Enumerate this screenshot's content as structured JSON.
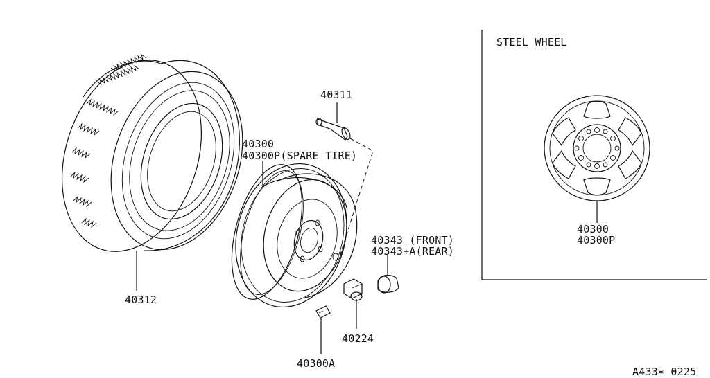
{
  "labels": {
    "tire": "40312",
    "valve": "40311",
    "wheel_line1": "40300",
    "wheel_line2": "40300P(SPARE TIRE)",
    "cap_line1": "40343   (FRONT)",
    "cap_line2": "40343+A(REAR)",
    "nut": "40224",
    "weight": "40300A",
    "inset_title": "STEEL WHEEL",
    "inset_line1": "40300",
    "inset_line2": "40300P",
    "diagram_code": "A433✶ 0225"
  }
}
